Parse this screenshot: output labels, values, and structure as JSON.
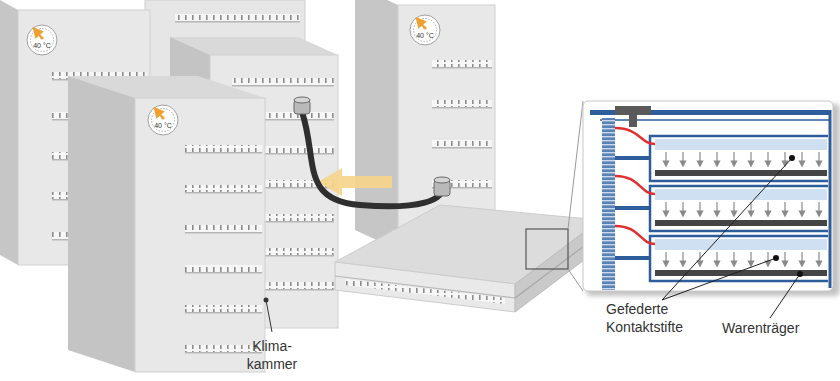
{
  "diagram": {
    "labels": [
      "40 °C",
      "40 °C",
      "40 °C",
      "Gefederte Kontaktstifte",
      "Warenträger",
      "Klima- kammer"
    ]
  }
}
